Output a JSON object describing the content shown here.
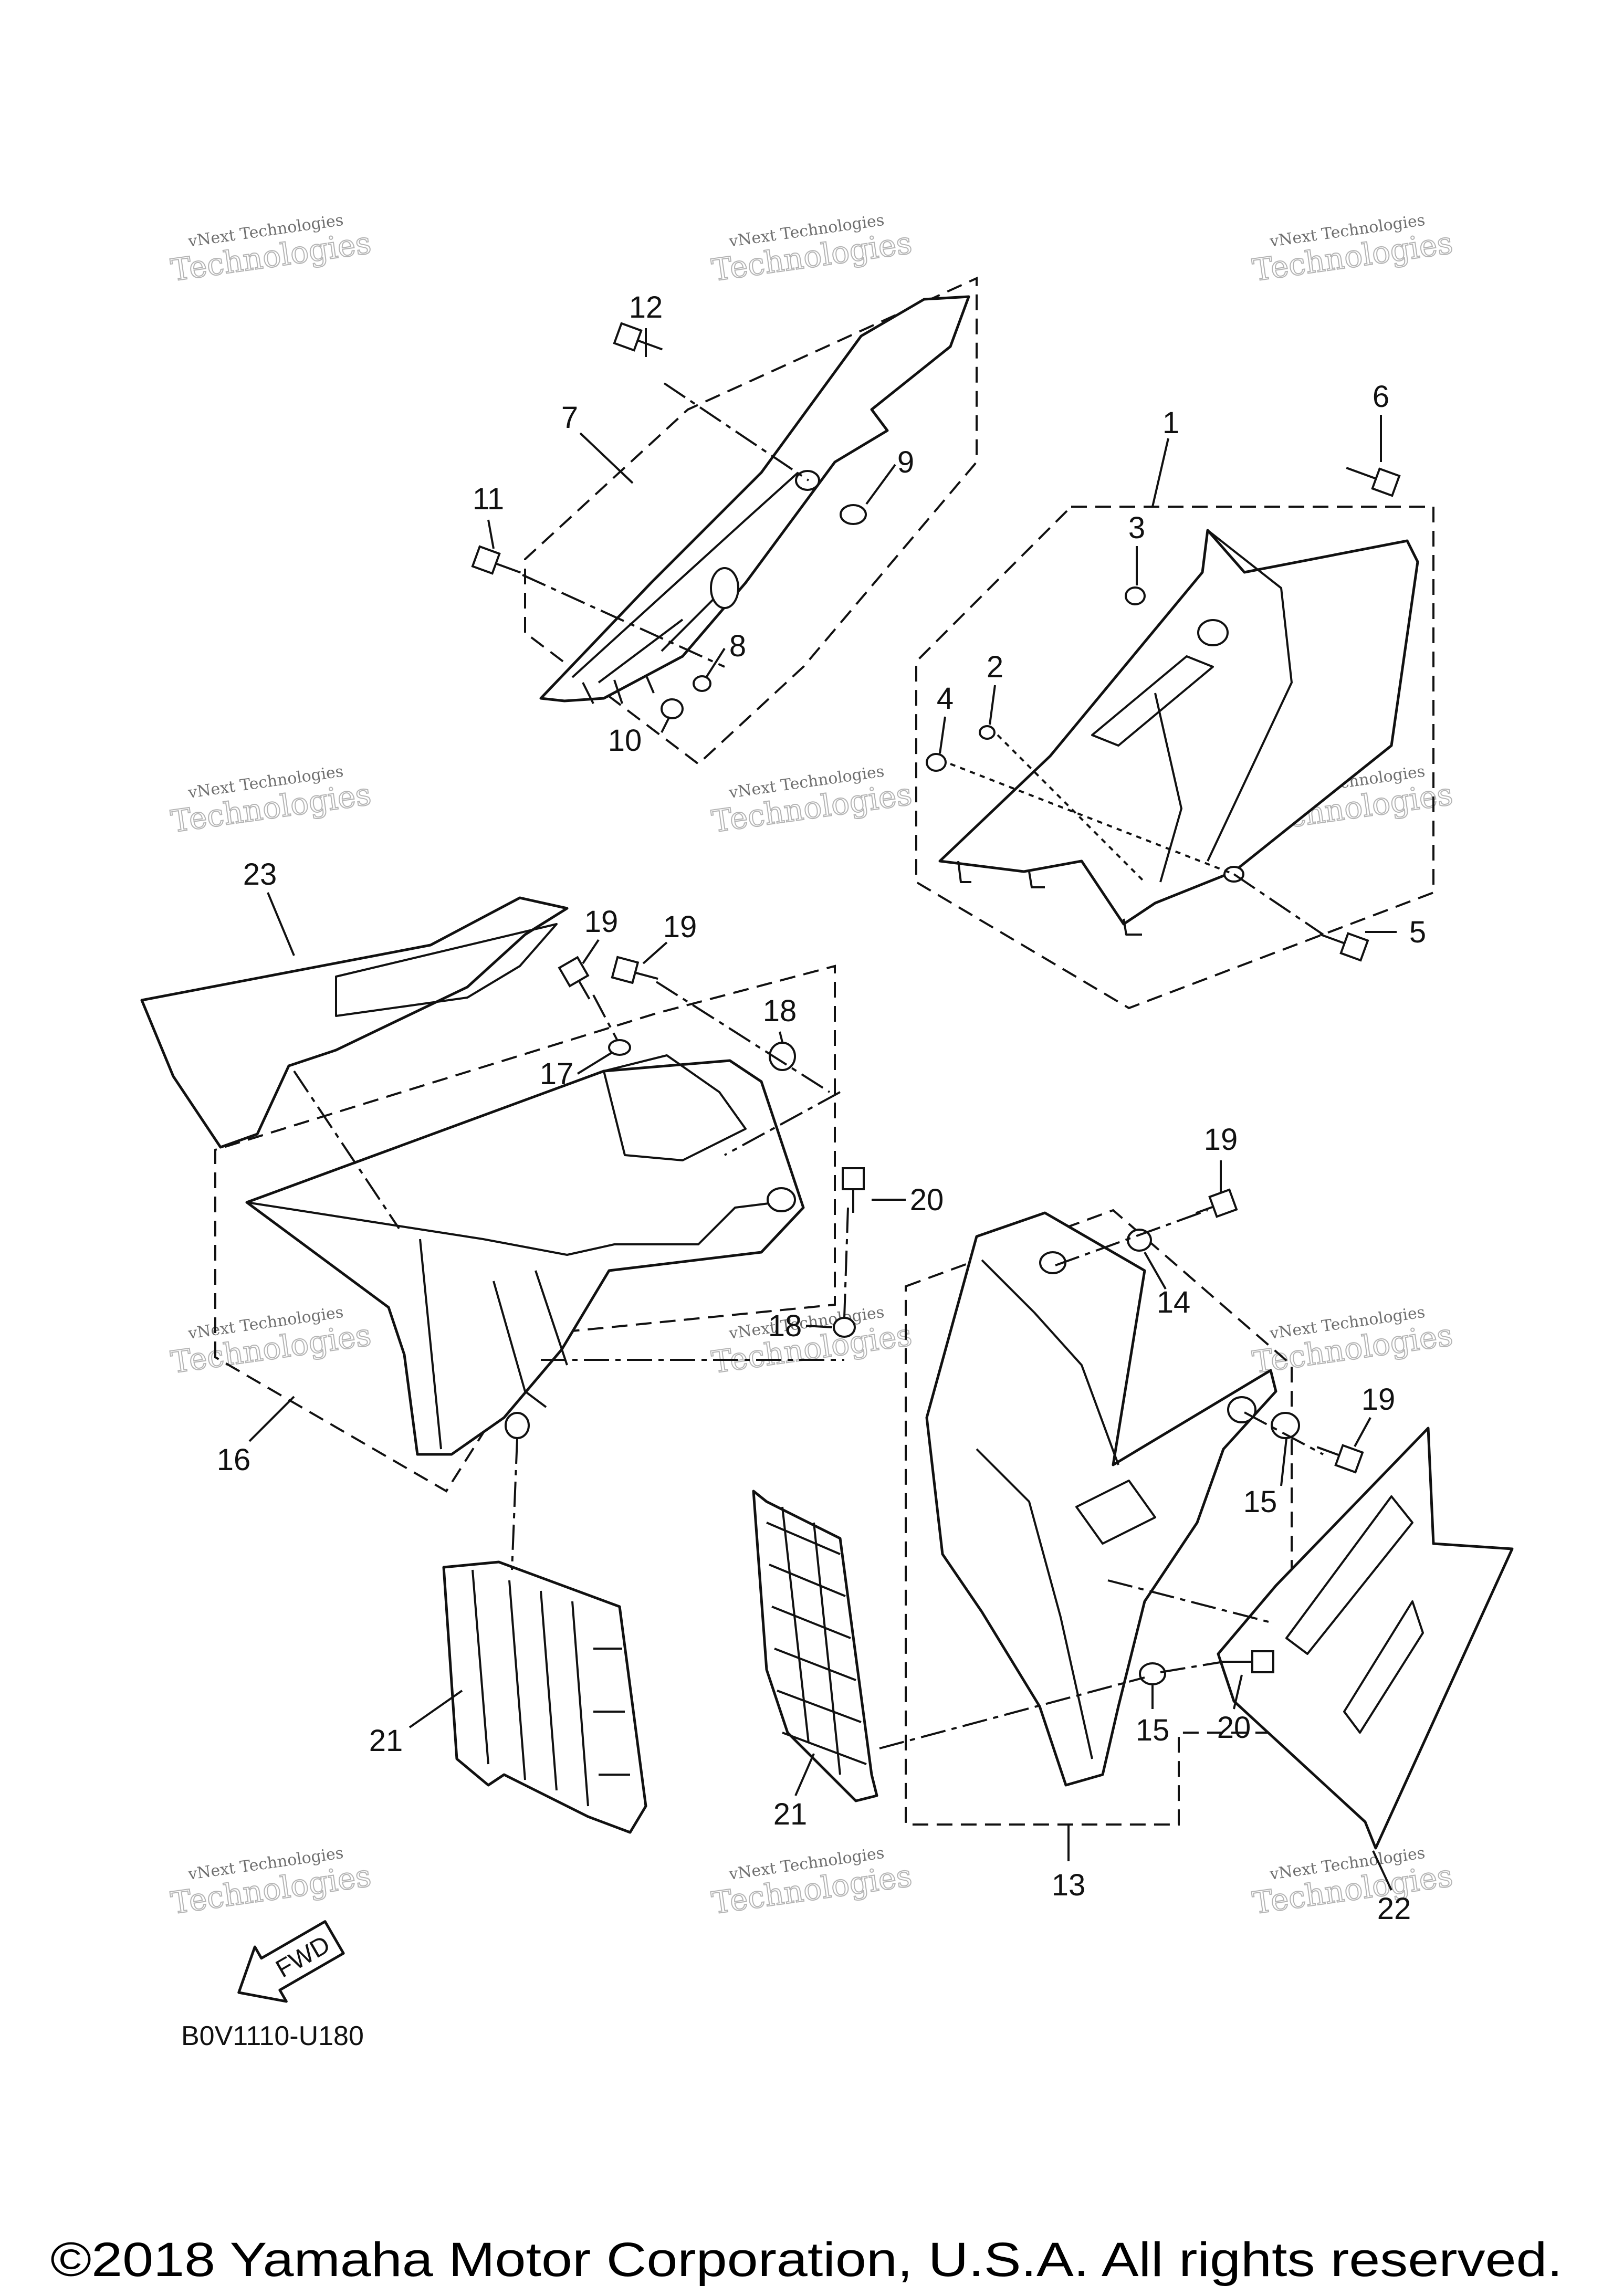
{
  "diagram": {
    "callouts": [
      {
        "n": "12"
      },
      {
        "n": "7"
      },
      {
        "n": "11"
      },
      {
        "n": "9"
      },
      {
        "n": "8"
      },
      {
        "n": "10"
      },
      {
        "n": "6"
      },
      {
        "n": "1"
      },
      {
        "n": "3"
      },
      {
        "n": "2"
      },
      {
        "n": "4"
      },
      {
        "n": "5"
      },
      {
        "n": "23"
      },
      {
        "n": "19"
      },
      {
        "n": "19"
      },
      {
        "n": "18"
      },
      {
        "n": "17"
      },
      {
        "n": "20"
      },
      {
        "n": "18"
      },
      {
        "n": "16"
      },
      {
        "n": "19"
      },
      {
        "n": "14"
      },
      {
        "n": "19"
      },
      {
        "n": "15"
      },
      {
        "n": "21"
      },
      {
        "n": "21"
      },
      {
        "n": "15"
      },
      {
        "n": "20"
      },
      {
        "n": "13"
      },
      {
        "n": "22"
      }
    ],
    "fwd_label": "FWD",
    "diagram_code": "B0V1110-U180"
  },
  "watermark": {
    "line1": "vNext Technologies",
    "line2": "Technologies"
  },
  "footer": {
    "copyright": "©2018 Yamaha Motor Corporation, U.S.A. All rights reserved."
  }
}
